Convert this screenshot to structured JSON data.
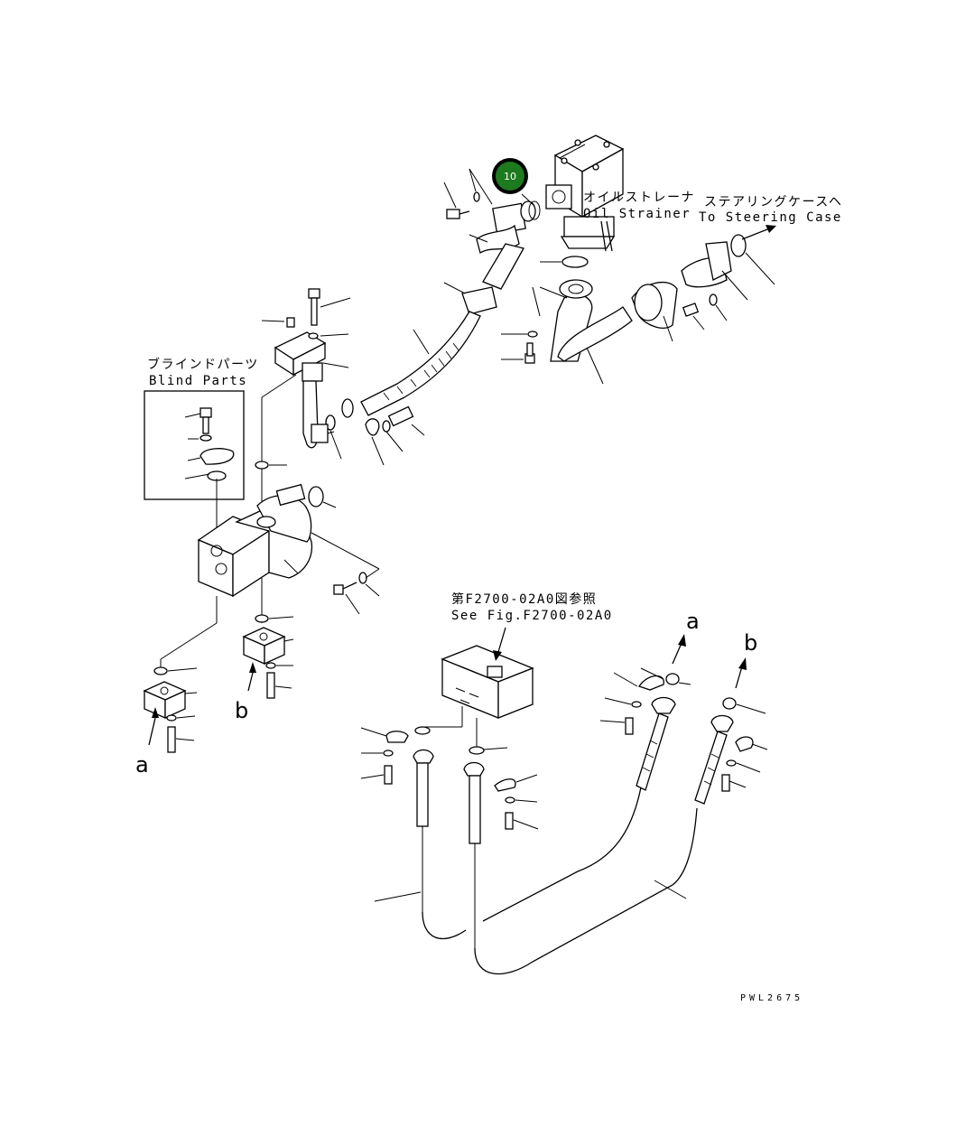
{
  "labels": {
    "oil_strainer_jp": "オイルストレーナ",
    "oil_strainer_en": "Oil Strainer",
    "steering_case_jp": "ステアリングケースヘ",
    "steering_case_en": "To Steering Case",
    "blind_parts_jp": "ブラインドパーツ",
    "blind_parts_en": "Blind Parts",
    "see_fig_jp": "第F2700-02A0図参照",
    "see_fig_en": "See Fig.F2700-02A0",
    "conn_a": "a",
    "conn_b": "b",
    "drawing_code": "PWL2675"
  },
  "highlight": {
    "part_number": "10",
    "color": "#1e7a1e",
    "ring_color": "#000000"
  }
}
